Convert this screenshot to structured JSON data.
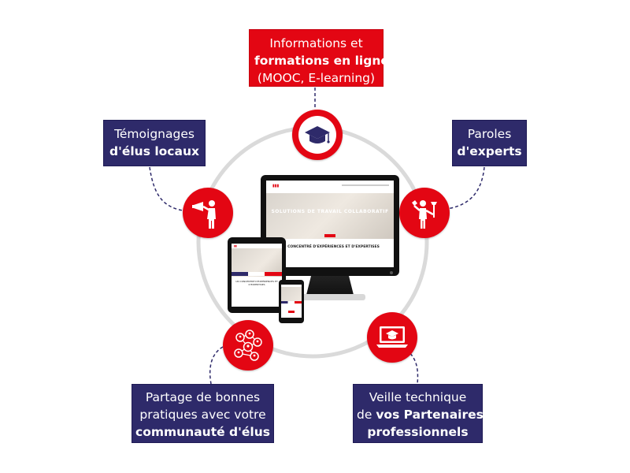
{
  "diagram": {
    "colors": {
      "red": "#e30613",
      "navy": "#2e2a6a",
      "ring": "#dadada",
      "connector": "#2e2a6a"
    },
    "center": {
      "devices": [
        "desktop-monitor",
        "tablet",
        "smartphone"
      ],
      "screen": {
        "hero_title": "SOLUTIONS DE TRAVAIL COLLABORATIF",
        "tagline": "UN CONCENTRÉ D'EXPÉRIENCES ET D'EXPERTISES"
      }
    },
    "nodes": {
      "top": {
        "line1": "Informations et",
        "line2_bold": "formations en ligne",
        "line3": "(MOOC, E-learning)",
        "icon": "graduation-cap-icon"
      },
      "left": {
        "line1": "Témoignages",
        "line2_bold": "d'élus locaux",
        "icon": "megaphone-person-icon"
      },
      "right": {
        "line1": "Paroles",
        "line2_bold": "d'experts",
        "icon": "expert-tool-person-icon"
      },
      "bottom_left": {
        "line1": "Partage de bonnes",
        "line2": "pratiques avec votre",
        "line3_bold": "communauté d'élus",
        "icon": "network-people-icon"
      },
      "bottom_right": {
        "line1": "Veille technique",
        "line2_pre": "de ",
        "line2_bold": "vos Partenaires",
        "line3_bold": "professionnels",
        "icon": "laptop-graduation-icon"
      }
    }
  }
}
